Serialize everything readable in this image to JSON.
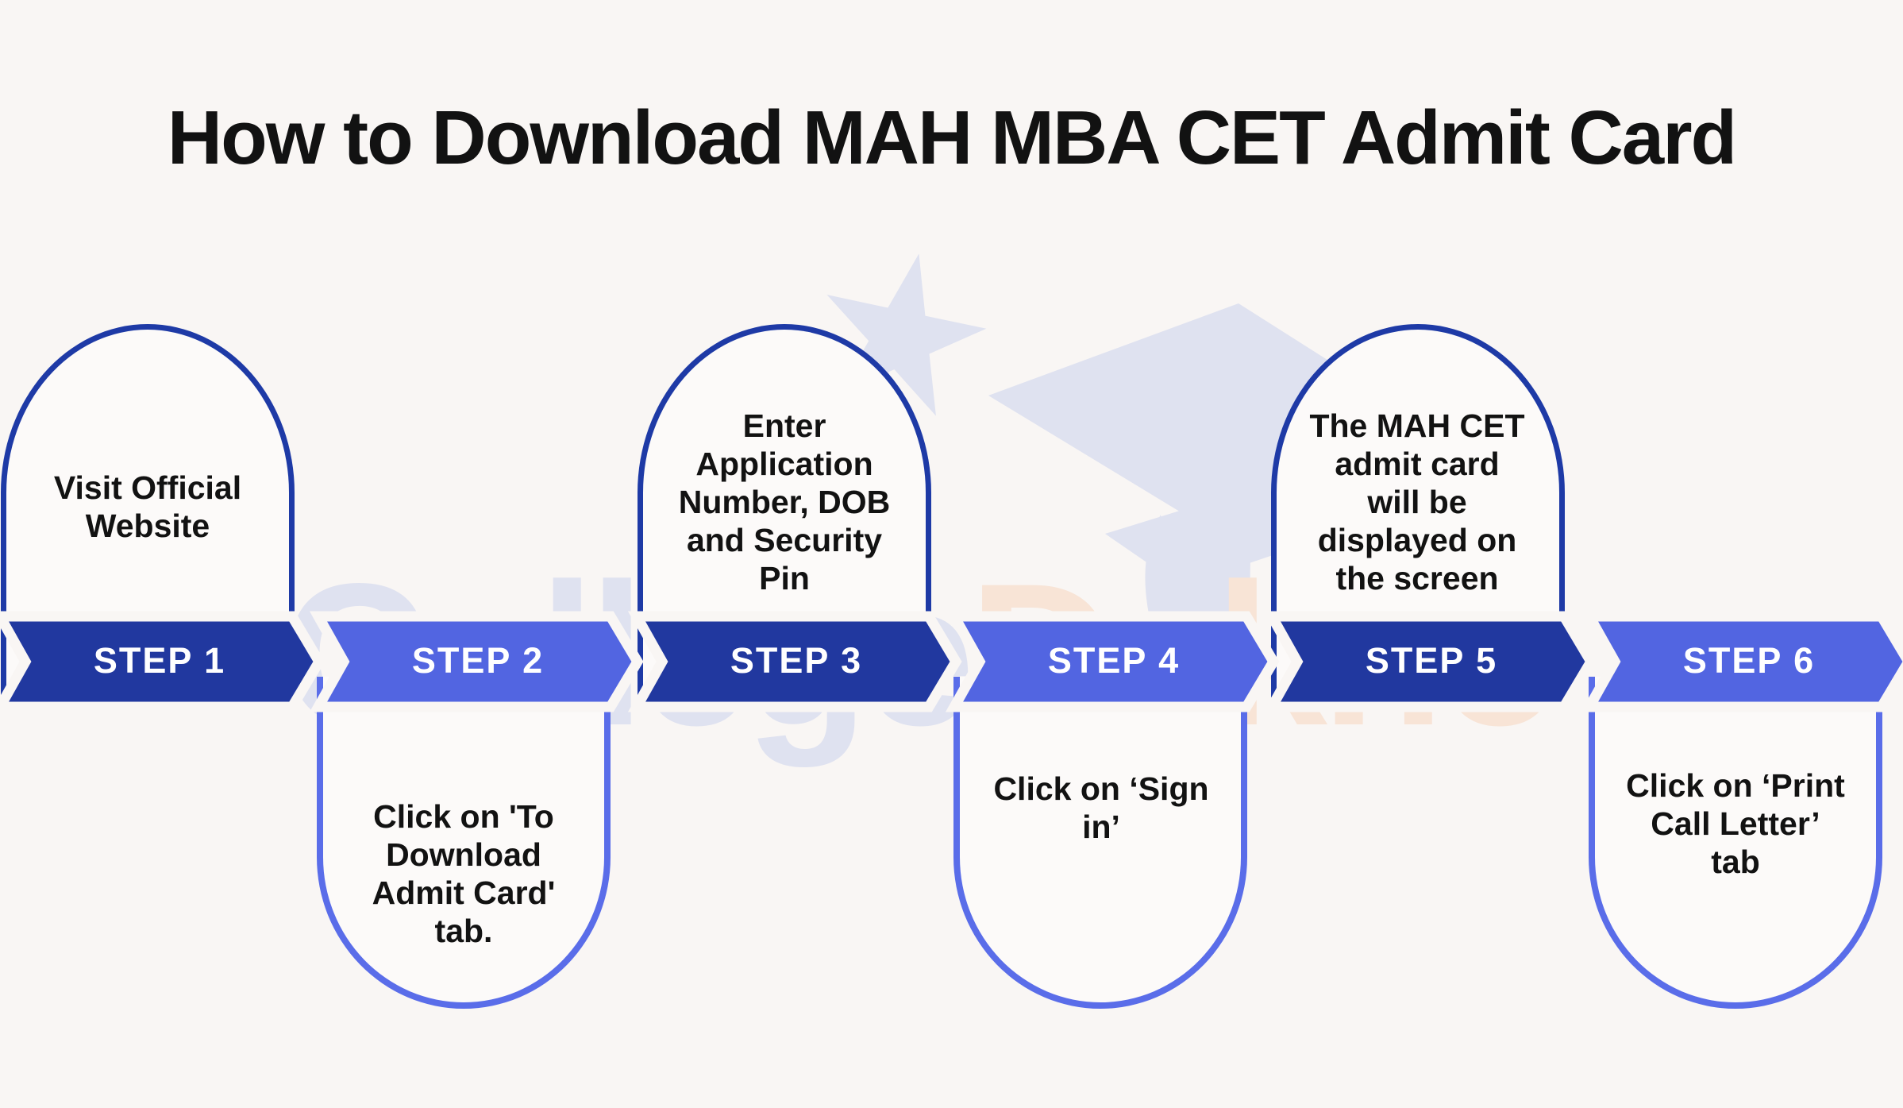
{
  "title": "How to Download MAH MBA CET Admit Card",
  "watermark": {
    "brand_part1": "College",
    "brand_part2": "Dekho"
  },
  "colors": {
    "accent_dark": "#21389f",
    "accent_light": "#5265e1",
    "border_dark": "#1e3aa6",
    "border_light": "#5a6de9",
    "bg": "#f9f6f4",
    "card_bg": "#fcfaf9",
    "text": "#121212",
    "step_label": "#ffffff",
    "watermark_blue": "#dfe2f0",
    "watermark_peach": "#f8e4d6"
  },
  "steps": [
    {
      "label": "STEP 1",
      "description": "Visit Official\nWebsite",
      "card_position": "top"
    },
    {
      "label": "STEP 2",
      "description": "Click on 'To\nDownload\nAdmit Card'\ntab.",
      "card_position": "bottom"
    },
    {
      "label": "STEP 3",
      "description": "Enter\nApplication\nNumber, DOB\nand Security\nPin",
      "card_position": "top"
    },
    {
      "label": "STEP 4",
      "description": "Click on ‘Sign\nin’",
      "card_position": "bottom"
    },
    {
      "label": "STEP 5",
      "description": "The MAH CET\nadmit card\nwill be\ndisplayed on\nthe screen",
      "card_position": "top"
    },
    {
      "label": "STEP 6",
      "description": "Click on ‘Print\nCall Letter’\ntab",
      "card_position": "bottom"
    }
  ]
}
